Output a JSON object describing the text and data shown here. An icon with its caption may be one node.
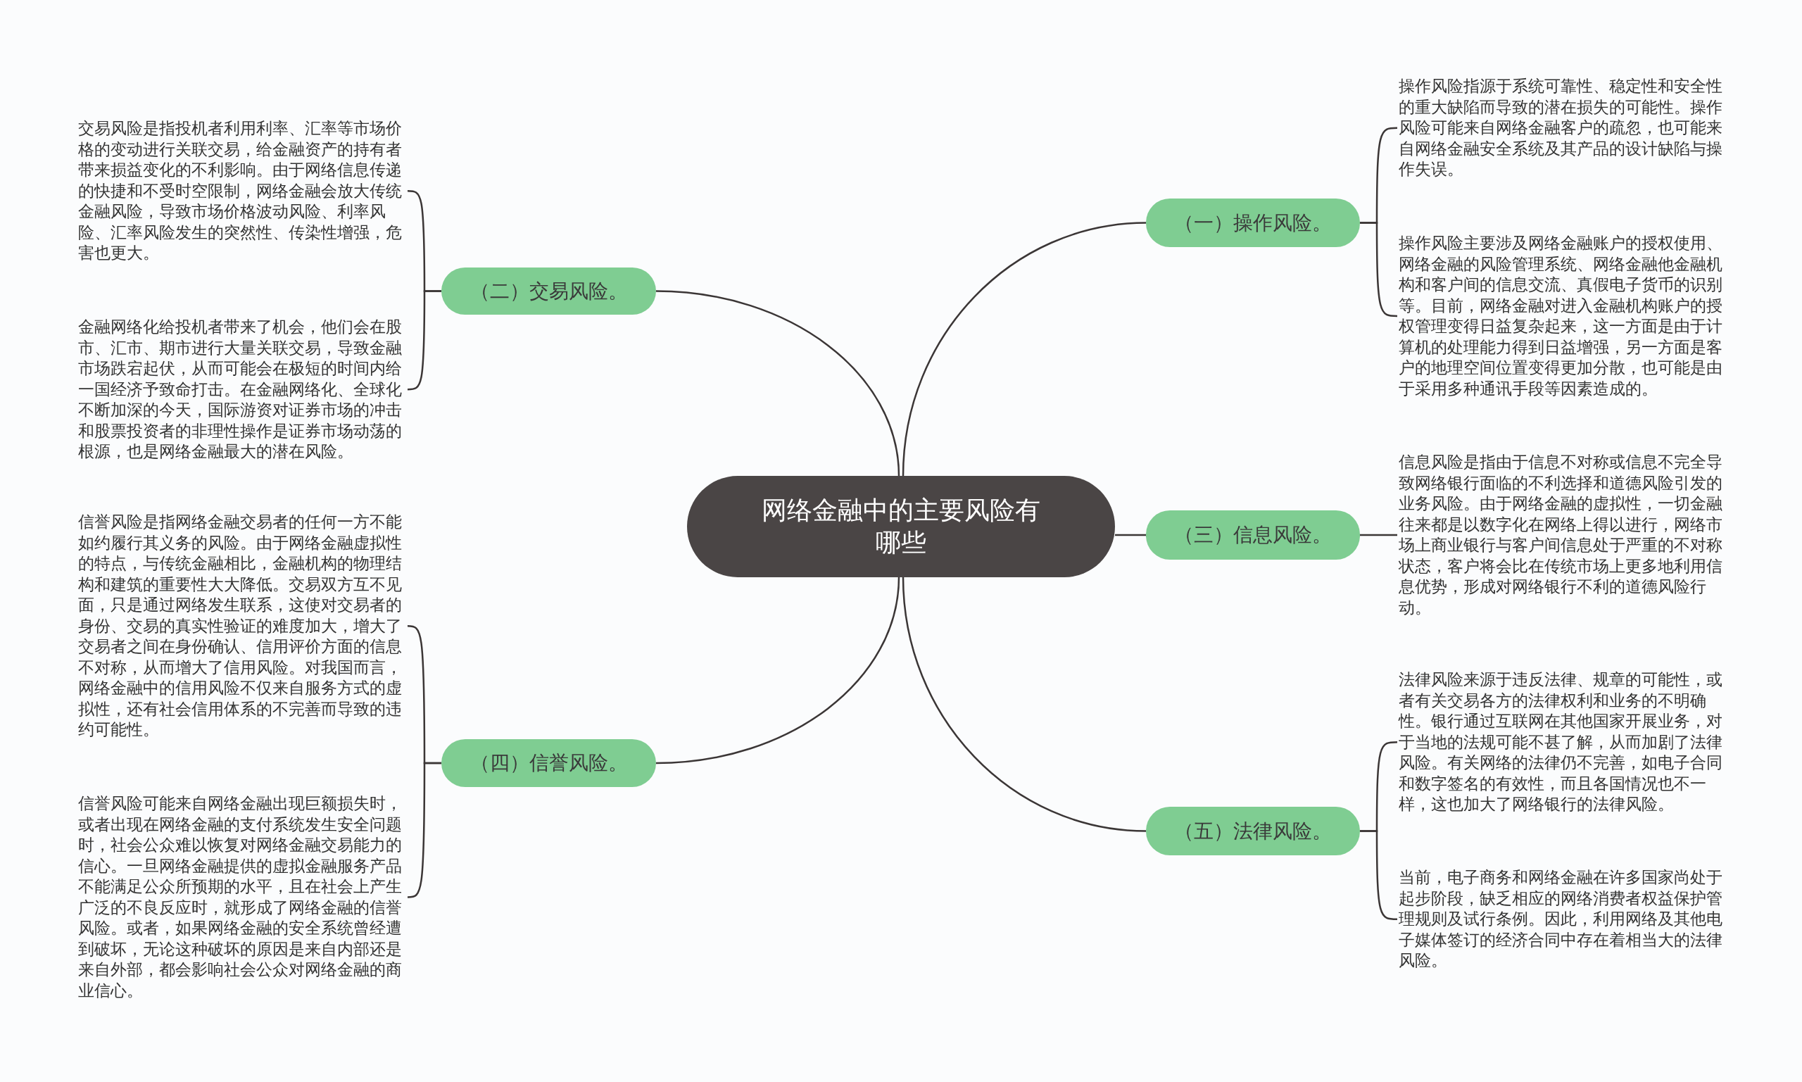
{
  "diagram": {
    "nodes": [
      {
        "text": [
          "网络金融中的主要风险有哪些"
        ]
      },
      {
        "text": [
          "（一）操作风险。"
        ]
      },
      {
        "text": [
          "操作风险指源于系统可靠性、稳定性和安全性的重大缺陷而导致的潜在损失的可能性。操作风险可能来自网络金融客户的疏忽，也可能来自网络金融安全系统及其产品的设计缺陷与操作失误。"
        ]
      },
      {
        "text": [
          "操作风险主要涉及网络金融账户的授权使用、网络金融的风险管理系统、网络金融他金融机构和客户间的信息交流、真假电子货币的识别等。目前，网络金融对进入金融机构账户的授权管理变得日益复杂起来，这一方面是由于计算机的处理能力得到日益增强，另一方面是客户的地理空间位置变得更加分散，也可能是由于采用多种通讯手段等因素造成的。"
        ]
      },
      {
        "text": [
          "（二）交易风险。"
        ]
      },
      {
        "text": [
          "交易风险是指投机者利用利率、汇率等市场价格的变动进行关联交易，给金融资产的持有者带来损益变化的不利影响。由于网络信息传递的快捷和不受时空限制，网络金融会放大传统金融风险，导致市场价格波动风险、利率风险、汇率风险发生的突然性、传染性增强，危害也更大。"
        ]
      },
      {
        "text": [
          "金融网络化给投机者带来了机会，他们会在股市、汇市、期市进行大量关联交易，导致金融市场跌宕起伏，从而可能会在极短的时间内给一国经济予致命打击。在金融网络化、全球化不断加深的今天，国际游资对证券市场的冲击和股票投资者的非理性操作是证券市场动荡的根源，也是网络金融最大的潜在风险。"
        ]
      },
      {
        "text": [
          "（三）信息风险。"
        ]
      },
      {
        "text": [
          "信息风险是指由于信息不对称或信息不完全导致网络银行面临的不利选择和道德风险引发的业务风险。由于网络金融的虚拟性，一切金融往来都是以数字化在网络上得以进行，网络市场上商业银行与客户间信息处于严重的不对称状态，客户将会比在传统市场上更多地利用信息优势，形成对网络银行不利的道德风险行动。"
        ]
      },
      {
        "text": [
          "（四）信誉风险。"
        ]
      },
      {
        "text": [
          "信誉风险是指网络金融交易者的任何一方不能如约履行其义务的风险。由于网络金融虚拟性的特点，与传统金融相比，金融机构的物理结构和建筑的重要性大大降低。交易双方互不见面，只是通过网络发生联系，这使对交易者的身份、交易的真实性验证的难度加大，增大了交易者之间在身份确认、信用评价方面的信息不对称，从而增大了信用风险。对我国而言，网络金融中的信用风险不仅来自服务方式的虚拟性，还有社会信用体系的不完善而导致的违约可能性。"
        ]
      },
      {
        "text": [
          "信誉风险可能来自网络金融出现巨额损失时，或者出现在网络金融的支付系统发生安全问题时，社会公众难以恢复对网络金融交易能力的信心。一旦网络金融提供的虚拟金融服务产品不能满足公众所预期的水平，且在社会上产生广泛的不良反应时，就形成了网络金融的信誉风险。或者，如果网络金融的安全系统曾经遭到破坏，无论这种破坏的原因是来自内部还是来自外部，都会影响社会公众对网络金融的商业信心。"
        ]
      },
      {
        "text": [
          "（五）法律风险。"
        ]
      },
      {
        "text": [
          "法律风险来源于违反法律、规章的可能性，或者有关交易各方的法律权利和业务的不明确性。银行通过互联网在其他国家开展业务，对于当地的法规可能不甚了解，从而加剧了法律风险。有关网络的法律仍不完善，如电子合同和数字签名的有效性，而且各国情况也不一样，这也加大了网络银行的法律风险。"
        ]
      },
      {
        "text": [
          "当前，电子商务和网络金融在许多国家尚处于起步阶段，缺乏相应的网络消费者权益保护管理规则及试行条例。因此，利用网络及其他电子媒体签订的经济合同中存在着相当大的法律风险。"
        ]
      }
    ],
    "edges": [
      {
        "from": 0,
        "to": 1,
        "arrow": "none"
      },
      {
        "from": 0,
        "to": 4,
        "arrow": "none"
      },
      {
        "from": 0,
        "to": 7,
        "arrow": "none"
      },
      {
        "from": 0,
        "to": 9,
        "arrow": "none"
      },
      {
        "from": 0,
        "to": 12,
        "arrow": "none"
      },
      {
        "from": 1,
        "to": 2,
        "arrow": "none"
      },
      {
        "from": 1,
        "to": 3,
        "arrow": "none"
      },
      {
        "from": 4,
        "to": 5,
        "arrow": "none"
      },
      {
        "from": 4,
        "to": 6,
        "arrow": "none"
      },
      {
        "from": 7,
        "to": 8,
        "arrow": "none"
      },
      {
        "from": 9,
        "to": 10,
        "arrow": "none"
      },
      {
        "from": 9,
        "to": 11,
        "arrow": "none"
      },
      {
        "from": 12,
        "to": 13,
        "arrow": "none"
      },
      {
        "from": 12,
        "to": 14,
        "arrow": "none"
      }
    ]
  }
}
